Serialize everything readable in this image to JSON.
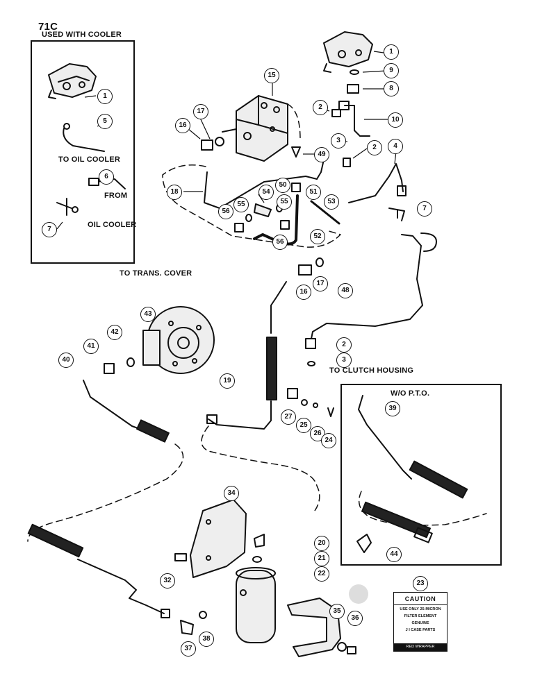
{
  "page_id": "71C",
  "labels": {
    "used_with_cooler": "USED WITH COOLER",
    "to_oil_cooler": "TO OIL COOLER",
    "from": "FROM",
    "oil_cooler": "OIL COOLER",
    "to_trans_cover": "TO TRANS. COVER",
    "to_clutch_housing": "TO CLUTCH HOUSING",
    "wo_pto": "W/O P.T.O."
  },
  "caution": {
    "title": "CAUTION",
    "lines": [
      "USE ONLY 25-MICRON",
      "FILTER ELEMENT",
      "GENUINE",
      "J I CASE PARTS"
    ],
    "footer": "RED WRAPPER"
  },
  "callouts": [
    "1",
    "5",
    "6",
    "7",
    "1",
    "9",
    "8",
    "15",
    "17",
    "16",
    "2",
    "10",
    "3",
    "2",
    "4",
    "49",
    "18",
    "54",
    "50",
    "51",
    "53",
    "55",
    "55",
    "56",
    "56",
    "52",
    "7",
    "17",
    "16",
    "48",
    "2",
    "3",
    "43",
    "42",
    "41",
    "40",
    "19",
    "27",
    "25",
    "26",
    "24",
    "39",
    "34",
    "44",
    "20",
    "21",
    "22",
    "32",
    "23",
    "35",
    "36",
    "38",
    "37"
  ]
}
